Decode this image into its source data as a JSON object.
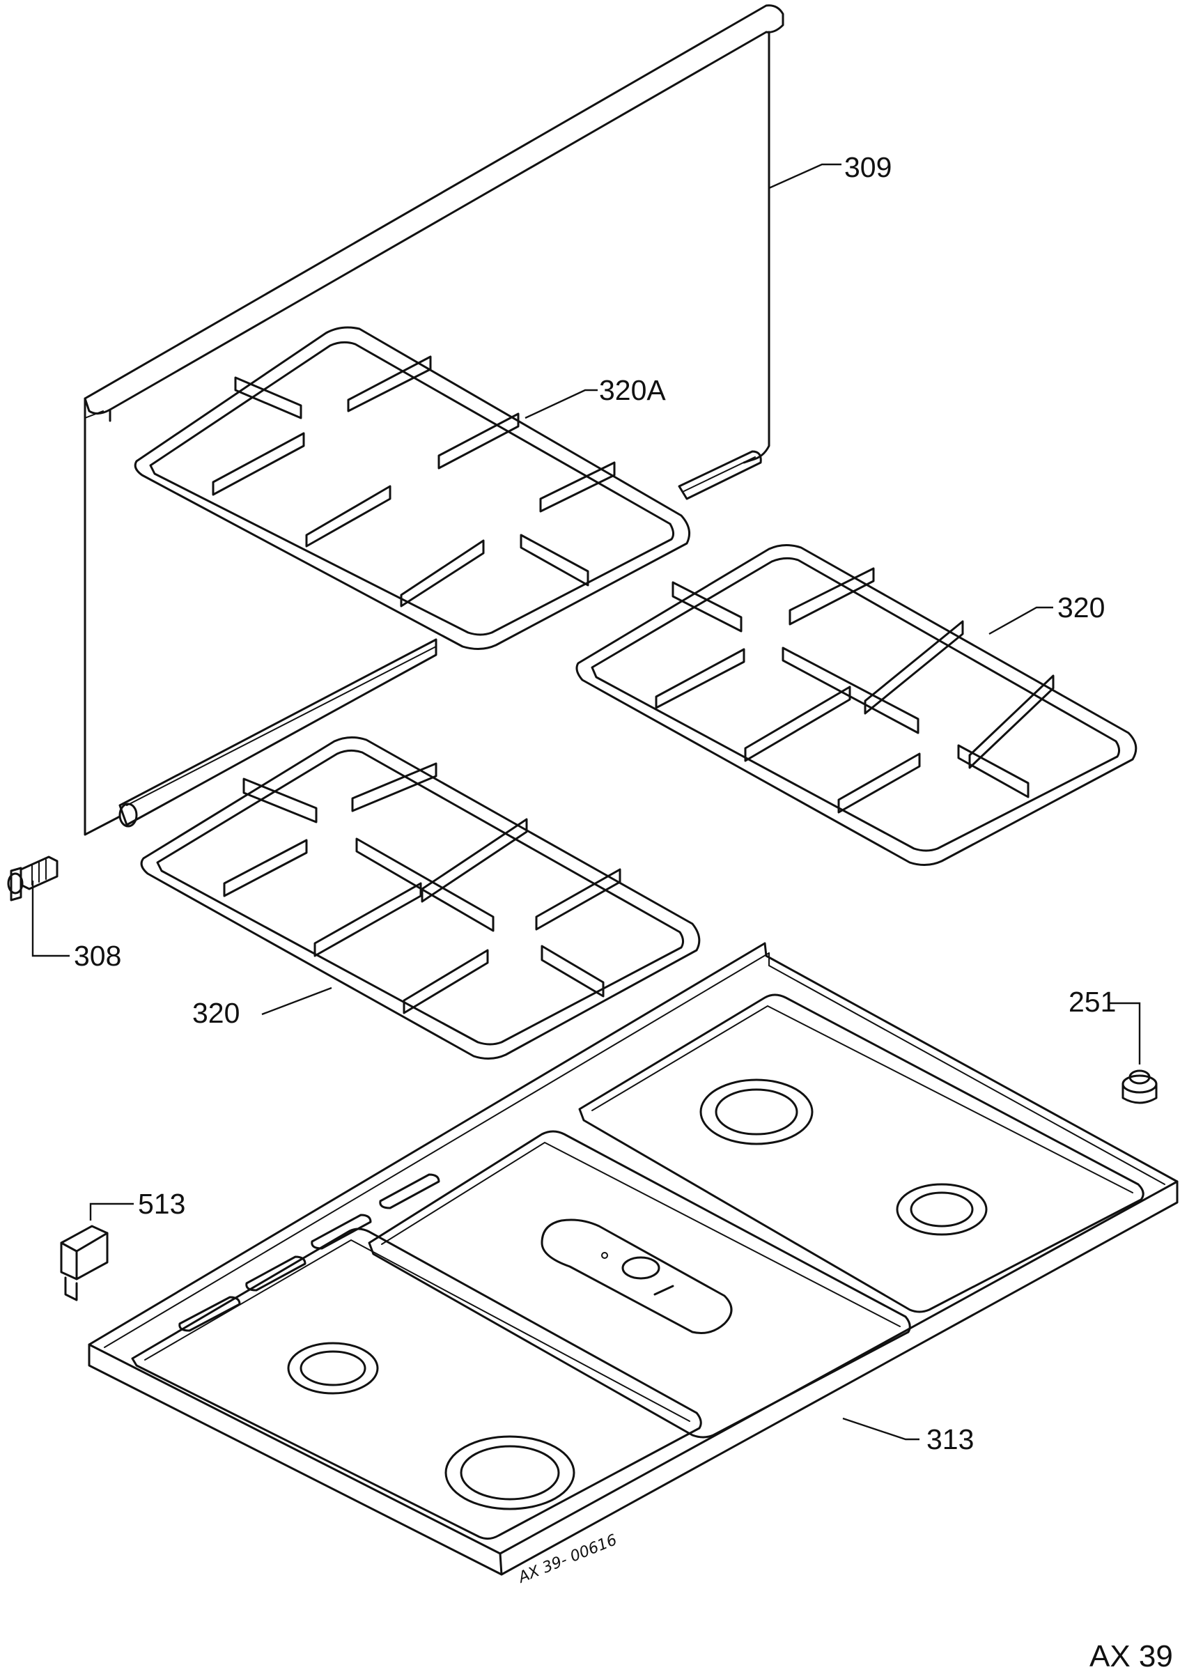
{
  "parts": {
    "p309": "309",
    "p320a": "320A",
    "p320_right": "320",
    "p320_left": "320",
    "p308": "308",
    "p251": "251",
    "p513": "513",
    "p313": "313"
  },
  "stamp_code": "AX 39- 00616",
  "drawing_ref": "AX 39"
}
